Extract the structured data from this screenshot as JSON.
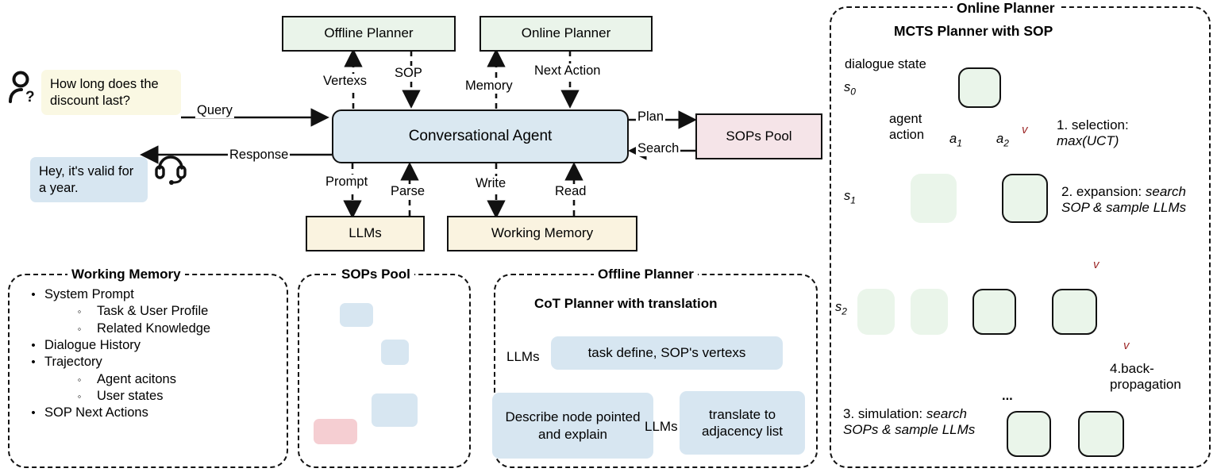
{
  "architecture": {
    "user_bubble": "How long does the discount last?",
    "agent_bubble": "Hey, it's valid for a year.",
    "boxes": {
      "offline_planner": "Offline Planner",
      "online_planner": "Online Planner",
      "conversational_agent": "Conversational Agent",
      "sops_pool": "SOPs Pool",
      "llms": "LLMs",
      "working_memory": "Working Memory"
    },
    "edges": {
      "query": "Query",
      "response": "Response",
      "vertexs": "Vertexs",
      "sop": "SOP",
      "memory": "Memory",
      "next_action": "Next Action",
      "plan": "Plan",
      "search": "Search",
      "prompt": "Prompt",
      "parse": "Parse",
      "write": "Write",
      "read": "Read"
    },
    "icons": {
      "user": "user-question-icon",
      "agent": "headset-icon"
    }
  },
  "working_memory_panel": {
    "title": "Working Memory",
    "items": [
      {
        "level": 0,
        "text": "System Prompt"
      },
      {
        "level": 1,
        "text": "Task & User Profile"
      },
      {
        "level": 1,
        "text": "Related Knowledge"
      },
      {
        "level": 0,
        "text": "Dialogue History"
      },
      {
        "level": 0,
        "text": "Trajectory"
      },
      {
        "level": 1,
        "text": "Agent acitons"
      },
      {
        "level": 1,
        "text": "User states"
      },
      {
        "level": 0,
        "text": "SOP Next Actions"
      }
    ]
  },
  "sops_pool_panel": {
    "title": "SOPs Pool",
    "nodes": [
      {
        "name": "sop-node-1",
        "color": "blue"
      },
      {
        "name": "sop-node-2",
        "color": "blue"
      },
      {
        "name": "sop-node-3",
        "color": "blue"
      },
      {
        "name": "sop-node-terminal",
        "color": "red"
      }
    ]
  },
  "offline_planner_panel": {
    "title": "Offline Planner",
    "subtitle": "CoT Planner with translation",
    "llms_label_1": "LLMs",
    "llms_label_2": "LLMs",
    "box_input": "task define, SOP's vertexs",
    "box_describe": "Describe node pointed and explain",
    "box_translate": "translate to adjacency list"
  },
  "online_planner_panel": {
    "title": "Online Planner",
    "subtitle": "MCTS Planner with SOP",
    "dialogue_state_label": "dialogue state",
    "agent_action_label_line1": "agent",
    "agent_action_label_line2": "action",
    "states": [
      {
        "name": "s0",
        "base": "s",
        "sub": "0"
      },
      {
        "name": "s1",
        "base": "s",
        "sub": "1"
      },
      {
        "name": "s2",
        "base": "s",
        "sub": "2"
      }
    ],
    "actions": [
      {
        "name": "a1",
        "base": "a",
        "sub": "1"
      },
      {
        "name": "a2",
        "base": "a",
        "sub": "2"
      }
    ],
    "value_labels": [
      "v",
      "v",
      "v"
    ],
    "ellipsis": "...",
    "steps": [
      {
        "name": "selection",
        "prefix": "1. selection:",
        "italic": "max(UCT)"
      },
      {
        "name": "expansion",
        "prefix": "2. expansion:",
        "italic_line1": "search",
        "italic_line2": "SOP & sample LLMs"
      },
      {
        "name": "simulation",
        "prefix": "3. simulation:",
        "italic_line1": "search",
        "italic_line2": "SOPs & sample LLMs"
      },
      {
        "name": "backpropagation",
        "line1": "4.back-",
        "line2": "propagation"
      }
    ]
  },
  "colors": {
    "green": "#eaf4ea",
    "blue": "#dae8f1",
    "cream": "#faf3e0",
    "pink": "#f5e4e8",
    "node_green": "#eaf5ea",
    "red_arrow": "#9e2a2a",
    "user_bubble": "#faf8e3",
    "agent_bubble": "#d7e6f1"
  }
}
